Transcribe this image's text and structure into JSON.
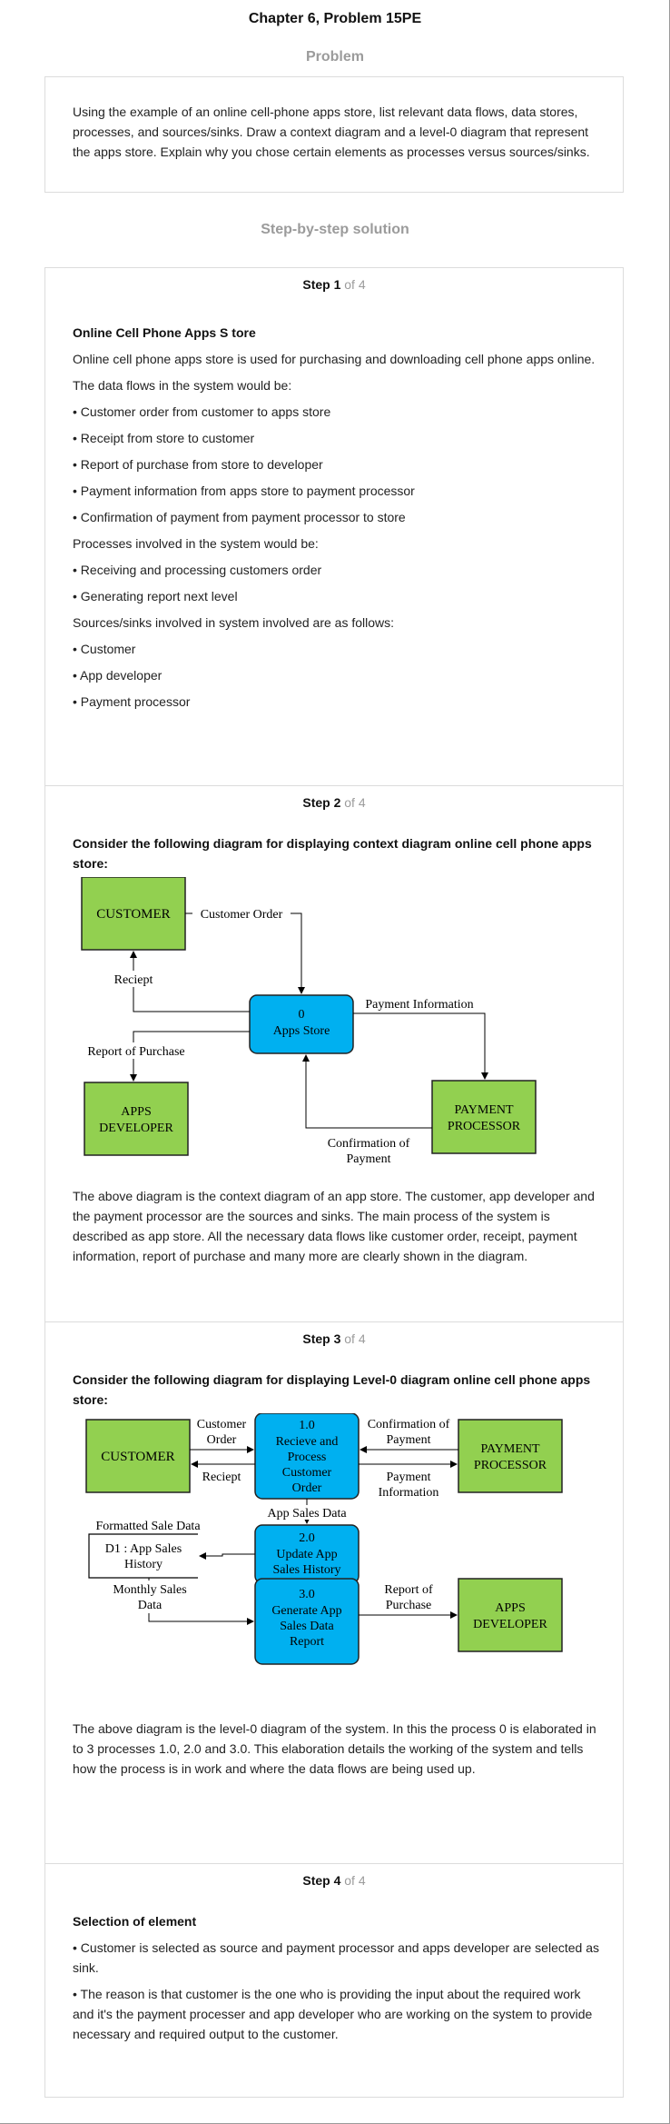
{
  "header": {
    "title": "Chapter 6, Problem 15PE"
  },
  "problem": {
    "heading": "Problem",
    "text": "Using the example of an online cell-phone apps store, list relevant data flows, data stores, processes, and sources/sinks. Draw a context diagram and a level-0 diagram that represent the apps store. Explain why you chose certain elements as processes versus sources/sinks."
  },
  "solution": {
    "heading": "Step-by-step solution"
  },
  "steps": [
    {
      "label": "Step 1",
      "of": "of 4",
      "title": "Online Cell Phone Apps S tore",
      "lines": [
        "Online cell phone apps store is used for purchasing and downloading cell phone apps online.",
        "The data flows in the system would be:",
        "• Customer order from customer to apps store",
        "• Receipt from store to customer",
        "• Report of purchase from store to developer",
        "• Payment information from apps store to payment processor",
        "• Confirmation of payment from payment processor to store",
        "Processes involved in the system would be:",
        "• Receiving and processing customers order",
        "• Generating report next level",
        "Sources/sinks involved in system involved are as follows:",
        "• Customer",
        "• App developer",
        "• Payment processor"
      ]
    },
    {
      "label": "Step 2",
      "of": "of 4",
      "title": "Consider the following diagram for displaying context diagram online cell phone apps store:",
      "diagram": {
        "customer": "CUSTOMER",
        "apps_store_id": "0",
        "apps_store": "Apps Store",
        "apps_developer_1": "APPS",
        "apps_developer_2": "DEVELOPER",
        "payment_processor_1": "PAYMENT",
        "payment_processor_2": "PROCESSOR",
        "flow_customer_order": "Customer Order",
        "flow_receipt": "Reciept",
        "flow_report": "Report of Purchase",
        "flow_payment_info": "Payment Information",
        "flow_confirmation_1": "Confirmation of",
        "flow_confirmation_2": "Payment"
      },
      "text": "The above diagram is the context diagram of an app store. The customer, app developer and the payment processor are the sources and sinks. The main process of the system is described as app store. All the necessary data flows like customer order, receipt, payment information, report of purchase and many more are clearly shown in the diagram."
    },
    {
      "label": "Step 3",
      "of": "of 4",
      "title": "Consider the following diagram for displaying Level-0 diagram online cell phone apps store:",
      "diagram": {
        "customer": "CUSTOMER",
        "payment_processor_1": "PAYMENT",
        "payment_processor_2": "PROCESSOR",
        "apps_developer_1": "APPS",
        "apps_developer_2": "DEVELOPER",
        "p1_id": "1.0",
        "p1_lines": [
          "Recieve and",
          "Process",
          "Customer",
          "Order"
        ],
        "p2_id": "2.0",
        "p2_lines": [
          "Update App",
          "Sales History"
        ],
        "p3_id": "3.0",
        "p3_lines": [
          "Generate App",
          "Sales Data",
          "Report"
        ],
        "store_lines": [
          "D1 : App Sales",
          "History"
        ],
        "flow_customer_order": [
          "Customer",
          "Order"
        ],
        "flow_receipt": "Reciept",
        "flow_confirmation": [
          "Confirmation of",
          "Payment"
        ],
        "flow_payment_info": [
          "Payment",
          "Information"
        ],
        "flow_app_sales": "App Sales Data",
        "flow_formatted": "Formatted Sale Data",
        "flow_monthly": [
          "Monthly Sales",
          "Data"
        ],
        "flow_report": [
          "Report of",
          "Purchase"
        ]
      },
      "text": "The above diagram is the level-0 diagram of the system. In this the process 0 is elaborated in to 3 processes 1.0, 2.0 and 3.0. This elaboration details the working of the system and tells how the process is in work and where the data flows are being used up."
    },
    {
      "label": "Step 4",
      "of": "of 4",
      "title": "Selection of element",
      "lines": [
        "• Customer is selected as source and payment processor and apps developer are selected as sink.",
        "• The reason is that customer is the one who is providing the input about the required work and it's the payment processer and app developer who are working on the system to provide necessary and required output to the customer."
      ]
    }
  ],
  "colors": {
    "green": "#92d050",
    "blue": "#00b0f0",
    "muted": "#9b9b9b"
  }
}
